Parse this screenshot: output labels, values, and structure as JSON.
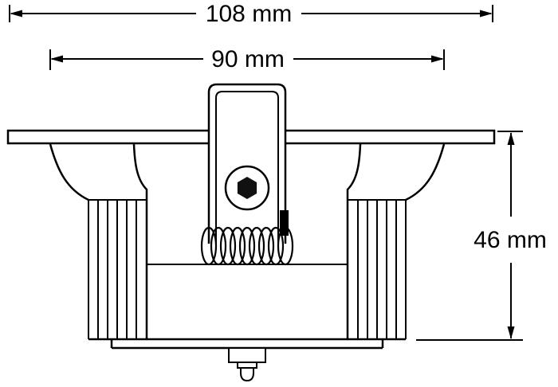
{
  "diagram": {
    "dimensions": {
      "outer_width_label": "108 mm",
      "body_width_label": "90 mm",
      "height_label": "46 mm"
    },
    "style": {
      "line_color": "#000000",
      "background_color": "#ffffff"
    }
  }
}
